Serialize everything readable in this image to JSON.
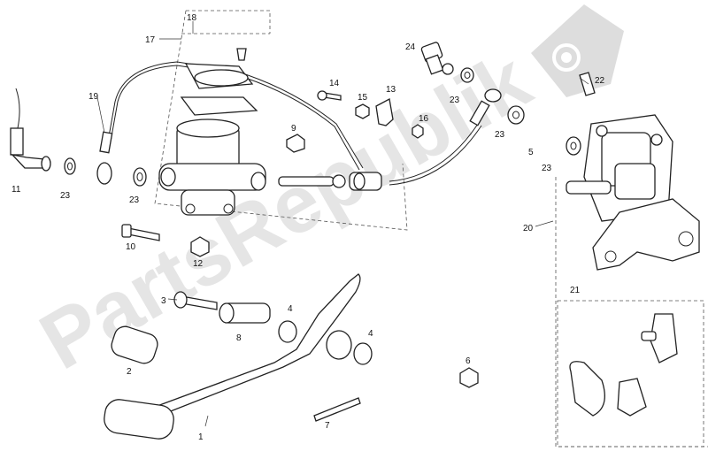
{
  "watermark": {
    "text": "PartsRepublik"
  },
  "callouts": [
    {
      "id": "c1",
      "text": "1"
    },
    {
      "id": "c2",
      "text": "2"
    },
    {
      "id": "c3",
      "text": "3"
    },
    {
      "id": "c4a",
      "text": "4"
    },
    {
      "id": "c4b",
      "text": "4"
    },
    {
      "id": "c5",
      "text": "5"
    },
    {
      "id": "c6",
      "text": "6"
    },
    {
      "id": "c7",
      "text": "7"
    },
    {
      "id": "c8",
      "text": "8"
    },
    {
      "id": "c9",
      "text": "9"
    },
    {
      "id": "c10",
      "text": "10"
    },
    {
      "id": "c11",
      "text": "11"
    },
    {
      "id": "c12",
      "text": "12"
    },
    {
      "id": "c13",
      "text": "13"
    },
    {
      "id": "c14",
      "text": "14"
    },
    {
      "id": "c15",
      "text": "15"
    },
    {
      "id": "c16",
      "text": "16"
    },
    {
      "id": "c17",
      "text": "17"
    },
    {
      "id": "c18",
      "text": "18"
    },
    {
      "id": "c19",
      "text": "19"
    },
    {
      "id": "c20",
      "text": "20"
    },
    {
      "id": "c21",
      "text": "21"
    },
    {
      "id": "c22",
      "text": "22"
    },
    {
      "id": "c23a",
      "text": "23"
    },
    {
      "id": "c23b",
      "text": "23"
    },
    {
      "id": "c23c",
      "text": "23"
    },
    {
      "id": "c23d",
      "text": "23"
    },
    {
      "id": "c23e",
      "text": "23"
    },
    {
      "id": "c24",
      "text": "24"
    }
  ]
}
